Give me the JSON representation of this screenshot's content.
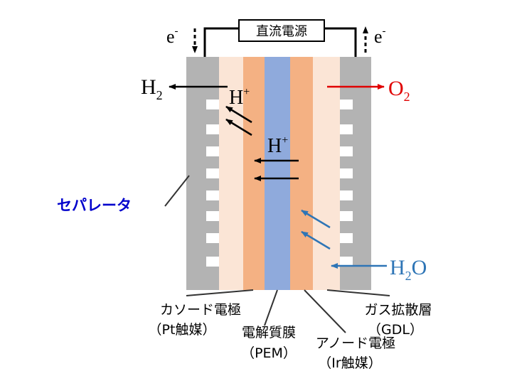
{
  "power_supply": {
    "label": "直流電源"
  },
  "electrons": {
    "left": {
      "base": "e",
      "sup": "-"
    },
    "right": {
      "base": "e",
      "sup": "-"
    }
  },
  "gases": {
    "h2": {
      "base": "H",
      "sub": "2"
    },
    "o2": {
      "base": "O",
      "sub": "2"
    },
    "h2o": {
      "base1": "H",
      "sub": "2",
      "base2": "O"
    }
  },
  "ions": {
    "upper": {
      "base": "H",
      "sup": "+"
    },
    "center": {
      "base": "H",
      "sup": "+"
    }
  },
  "labels": {
    "separator": "セパレータ",
    "cathode_line1": "カソード電極",
    "cathode_line2": "（Pt触媒）",
    "membrane_line1": "電解質膜",
    "membrane_line2": "（PEM）",
    "anode_line1": "アノード電極",
    "anode_line2": "（Ir触媒）",
    "gdl_line1": "ガス拡散層",
    "gdl_line2": "（GDL）"
  },
  "colors": {
    "separator": "#b3b3b3",
    "gdl": "#fbe5d6",
    "electrode": "#f4b183",
    "membrane": "#8faadc",
    "o2": "#e00000",
    "water": "#2e75b6",
    "separator_label": "#0000cc",
    "text": "#000000",
    "leader": "#333333"
  }
}
